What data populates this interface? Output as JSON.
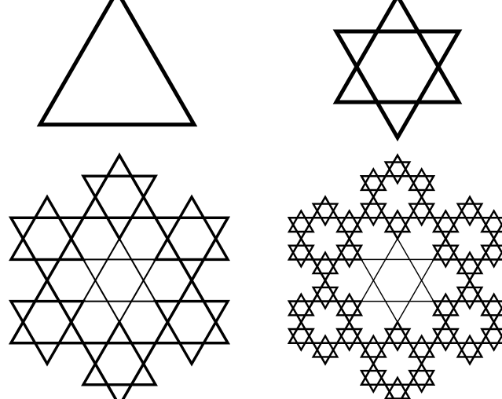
{
  "figure": {
    "background": "#ffffff",
    "stroke_color": "#000000",
    "panels": [
      {
        "id": "level-0",
        "iterations": 0,
        "label": ""
      },
      {
        "id": "level-1",
        "iterations": 1,
        "label": ""
      },
      {
        "id": "level-2",
        "iterations": 2,
        "label": ""
      },
      {
        "id": "level-3",
        "iterations": 3,
        "label": ""
      }
    ]
  }
}
